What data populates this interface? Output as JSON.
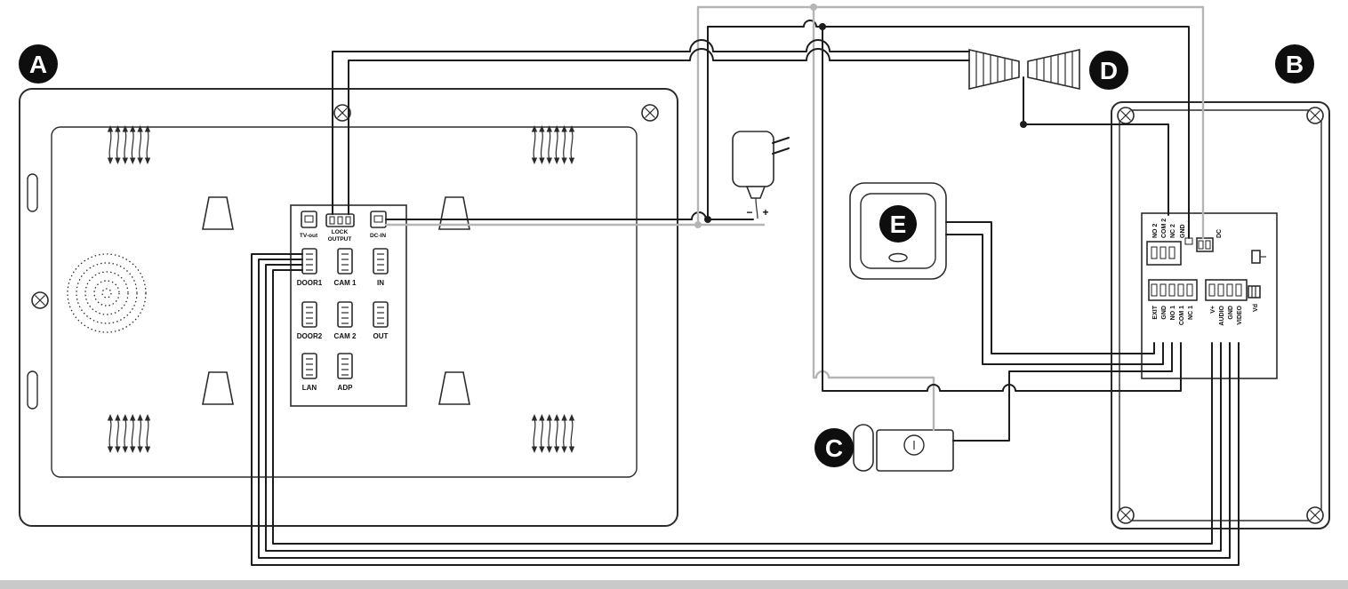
{
  "badges": {
    "a": "A",
    "b": "B",
    "c": "C",
    "d": "D",
    "e": "E"
  },
  "monitor": {
    "tv_out": "TV-out",
    "lock_line1": "LOCK",
    "lock_line2": "OUTPUT",
    "dc_in": "DC-IN",
    "door1": "DOOR1",
    "cam1": "CAM 1",
    "in_port": "IN",
    "door2": "DOOR2",
    "cam2": "CAM 2",
    "out_port": "OUT",
    "lan": "LAN",
    "adp": "ADP"
  },
  "adapter": {
    "minus": "−",
    "plus": "+"
  },
  "station": {
    "no2": "NO 2",
    "com2": "COM 2",
    "nc2": "NC 2",
    "gnd_top": "GND",
    "dc": "DC",
    "exit": "EXIT",
    "gnd_left": "GND",
    "no1": "NO 1",
    "com1": "COM 1",
    "nc1": "NC 1",
    "v_plus": "V+",
    "audio": "AUDIO",
    "gnd_right": "GND",
    "video": "VIDEO",
    "vd": "Vd"
  },
  "colors": {
    "wire": "#1c1c1c",
    "wire_alt": "#b5b5b5",
    "outline": "#2b2b2b",
    "badge": "#0e0e0e",
    "strip": "#c9c9c9"
  }
}
